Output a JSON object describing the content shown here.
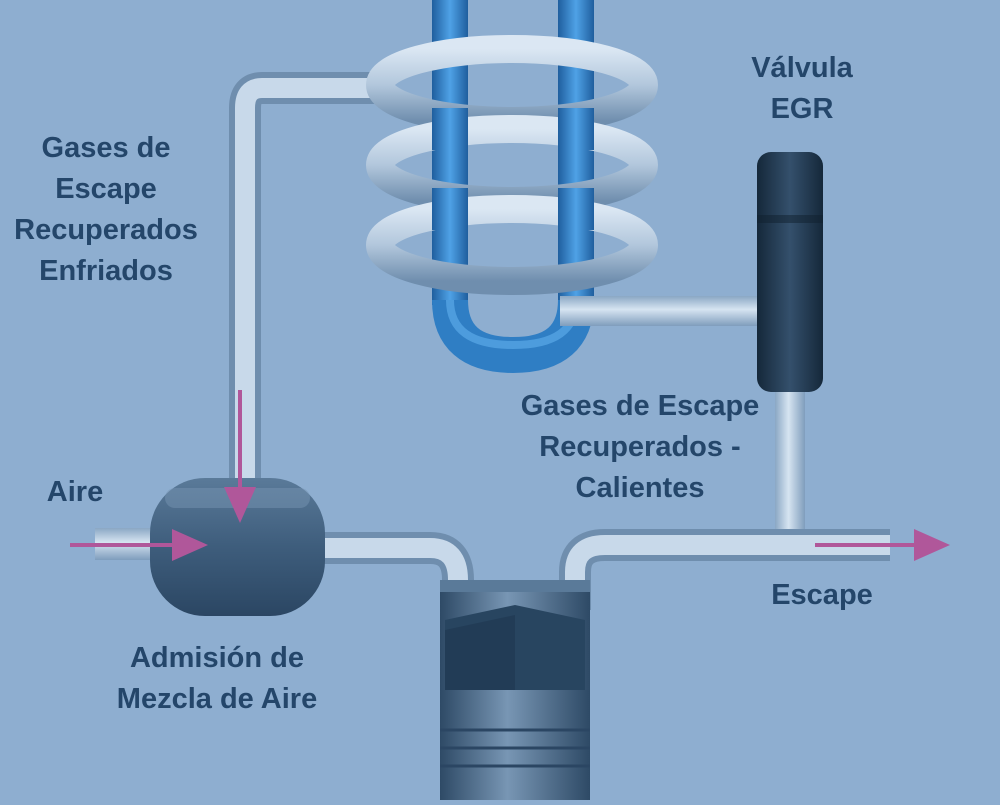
{
  "labels": {
    "valve": [
      "Válvula",
      "EGR"
    ],
    "cooled_gas": [
      "Gases de",
      "Escape",
      "Recuperados",
      "Enfriados"
    ],
    "hot_gas": [
      "Gases de Escape",
      "Recuperados -",
      "Calientes"
    ],
    "air": "Aire",
    "intake": [
      "Admisión de",
      "Mezcla de Aire"
    ],
    "exhaust": "Escape"
  },
  "colors": {
    "background": "#8eaed0",
    "pipe": "#bcd1e6",
    "coolant": "#2f7ec4",
    "chamber": "#3e5d7c",
    "valve": "#1d3348",
    "arrow": "#b0579a",
    "text": "#24466a"
  }
}
